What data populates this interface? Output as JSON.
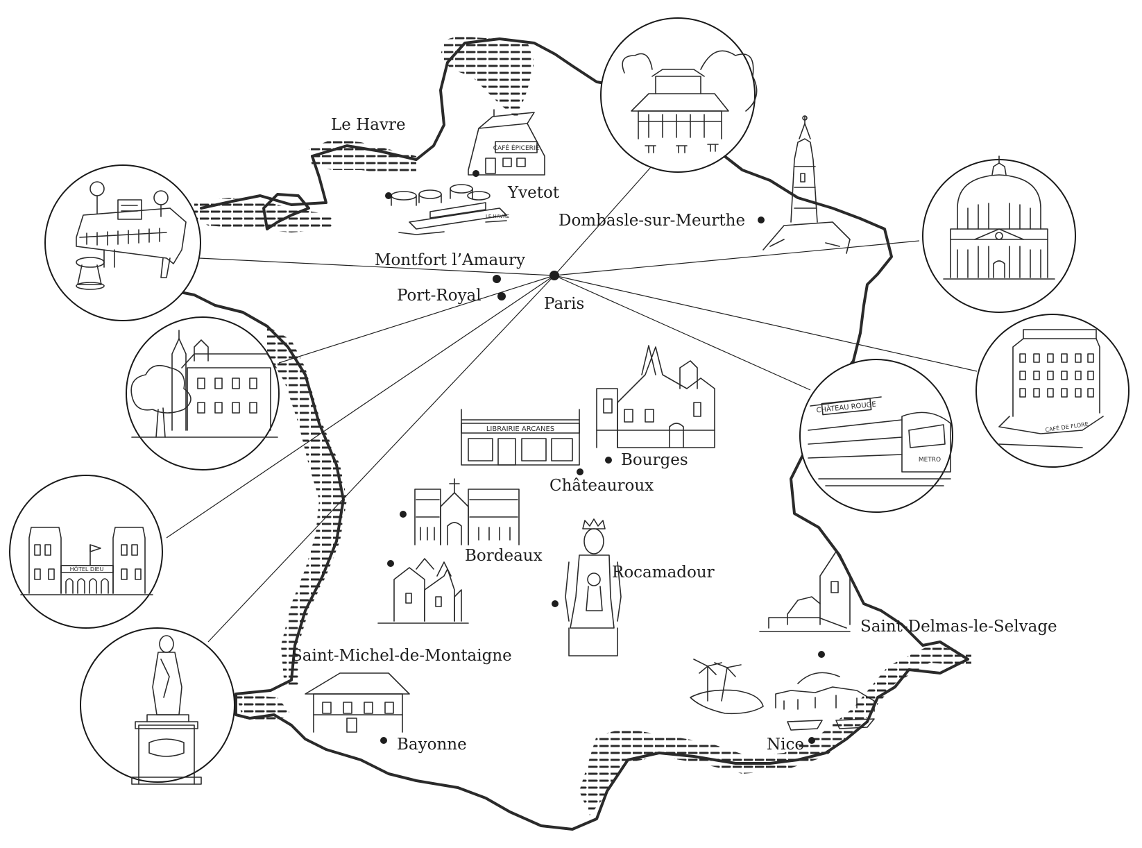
{
  "colors": {
    "ink": "#1e1e1e",
    "paper": "#ffffff"
  },
  "places": {
    "le_havre": "Le Havre",
    "yvetot": "Yvetot",
    "dombasle": "Dombasle-sur-Meurthe",
    "montfort": "Montfort l’Amaury",
    "port_royal": "Port-Royal",
    "paris": "Paris",
    "bourges": "Bourges",
    "chateauroux": "Châteauroux",
    "bordeaux": "Bordeaux",
    "rocamadour": "Rocamadour",
    "saint_delmas": "Saint-Delmas-le-Selvage",
    "saint_michel": "Saint-Michel-de-Montaigne",
    "bayonne": "Bayonne",
    "nice": "Nice"
  },
  "signs": {
    "cafe_epicerie": "CAFÉ ÉPICERIE",
    "le_havre_boat": "LE HAVRE",
    "librairie_arcanes": "LIBRAIRIE ARCANES",
    "hotel_dieu": "HÔTEL DIEU",
    "chateau_rouge": "CHÂTEAU ROUGE",
    "metro": "METRO",
    "cafe_de_flore": "CAFÉ DE FLORE"
  },
  "medallions": [
    {
      "id": "piano",
      "icon": "grand-piano-icon"
    },
    {
      "id": "abbey",
      "icon": "abbey-with-tree-icon"
    },
    {
      "id": "hotel-dieu",
      "icon": "hotel-dieu-icon"
    },
    {
      "id": "statue",
      "icon": "statue-on-pedestal-icon"
    },
    {
      "id": "pavilion",
      "icon": "garden-pavilion-icon"
    },
    {
      "id": "dome",
      "icon": "domed-building-icon"
    },
    {
      "id": "cafe-de-flore",
      "icon": "cafe-de-flore-icon"
    },
    {
      "id": "metro",
      "icon": "metro-station-icon"
    }
  ]
}
